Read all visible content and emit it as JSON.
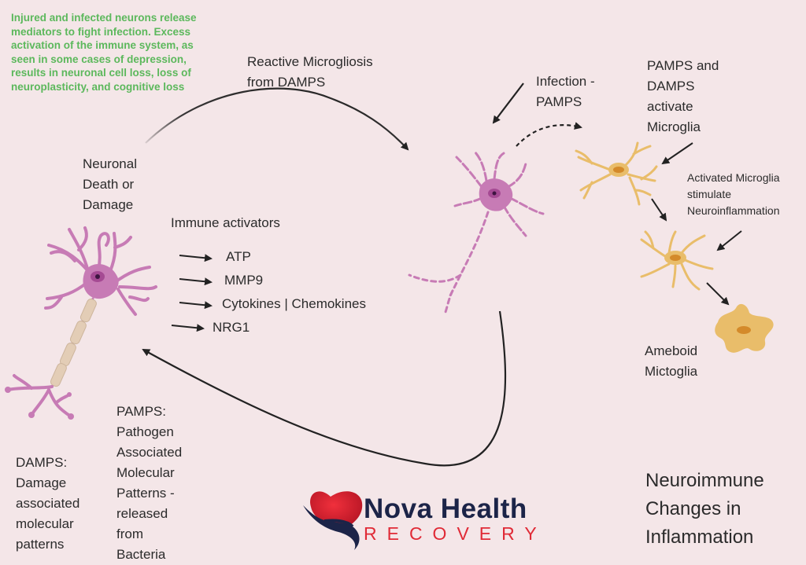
{
  "intro_text": "Injured and infected neurons release mediators to fight infection. Excess activation of the immune system, as seen in some cases of depression, results in neuronal cell loss, loss of neuroplasticity, and cognitive loss",
  "labels": {
    "reactive_microgliosis": [
      "Reactive Microgliosis",
      "from DAMPS"
    ],
    "neuronal_death": [
      "Neuronal",
      "Death or",
      "Damage"
    ],
    "immune_activators": "Immune activators",
    "mediators": [
      "ATP",
      "MMP9",
      "Cytokines | Chemokines",
      "NRG1"
    ],
    "infection": [
      "Infection -",
      "PAMPS"
    ],
    "pamps_damps": [
      "PAMPS and",
      "DAMPS",
      "activate",
      "Microglia"
    ],
    "activated_microglia": [
      "Activated Microglia",
      "stimulate",
      "Neuroinflammation"
    ],
    "ameboid": [
      "Ameboid",
      "Mictoglia"
    ],
    "damps_def": [
      "DAMPS:",
      "Damage",
      "associated",
      "molecular",
      "patterns"
    ],
    "pamps_def": [
      "PAMPS:",
      "Pathogen",
      "Associated",
      "Molecular",
      "Patterns -",
      "released",
      "from",
      "Bacteria"
    ]
  },
  "title": [
    "Neuroimmune",
    "Changes in",
    "Inflammation"
  ],
  "brand": {
    "name": "Nova Health",
    "sub": "RECOVERY"
  },
  "colors": {
    "background": "#f4e6e8",
    "intro_green": "#5cb85c",
    "neuron_pink": "#c77bb5",
    "microglia_yellow": "#e9bd6a",
    "brand_navy": "#1c2448",
    "brand_red": "#e02a36"
  }
}
